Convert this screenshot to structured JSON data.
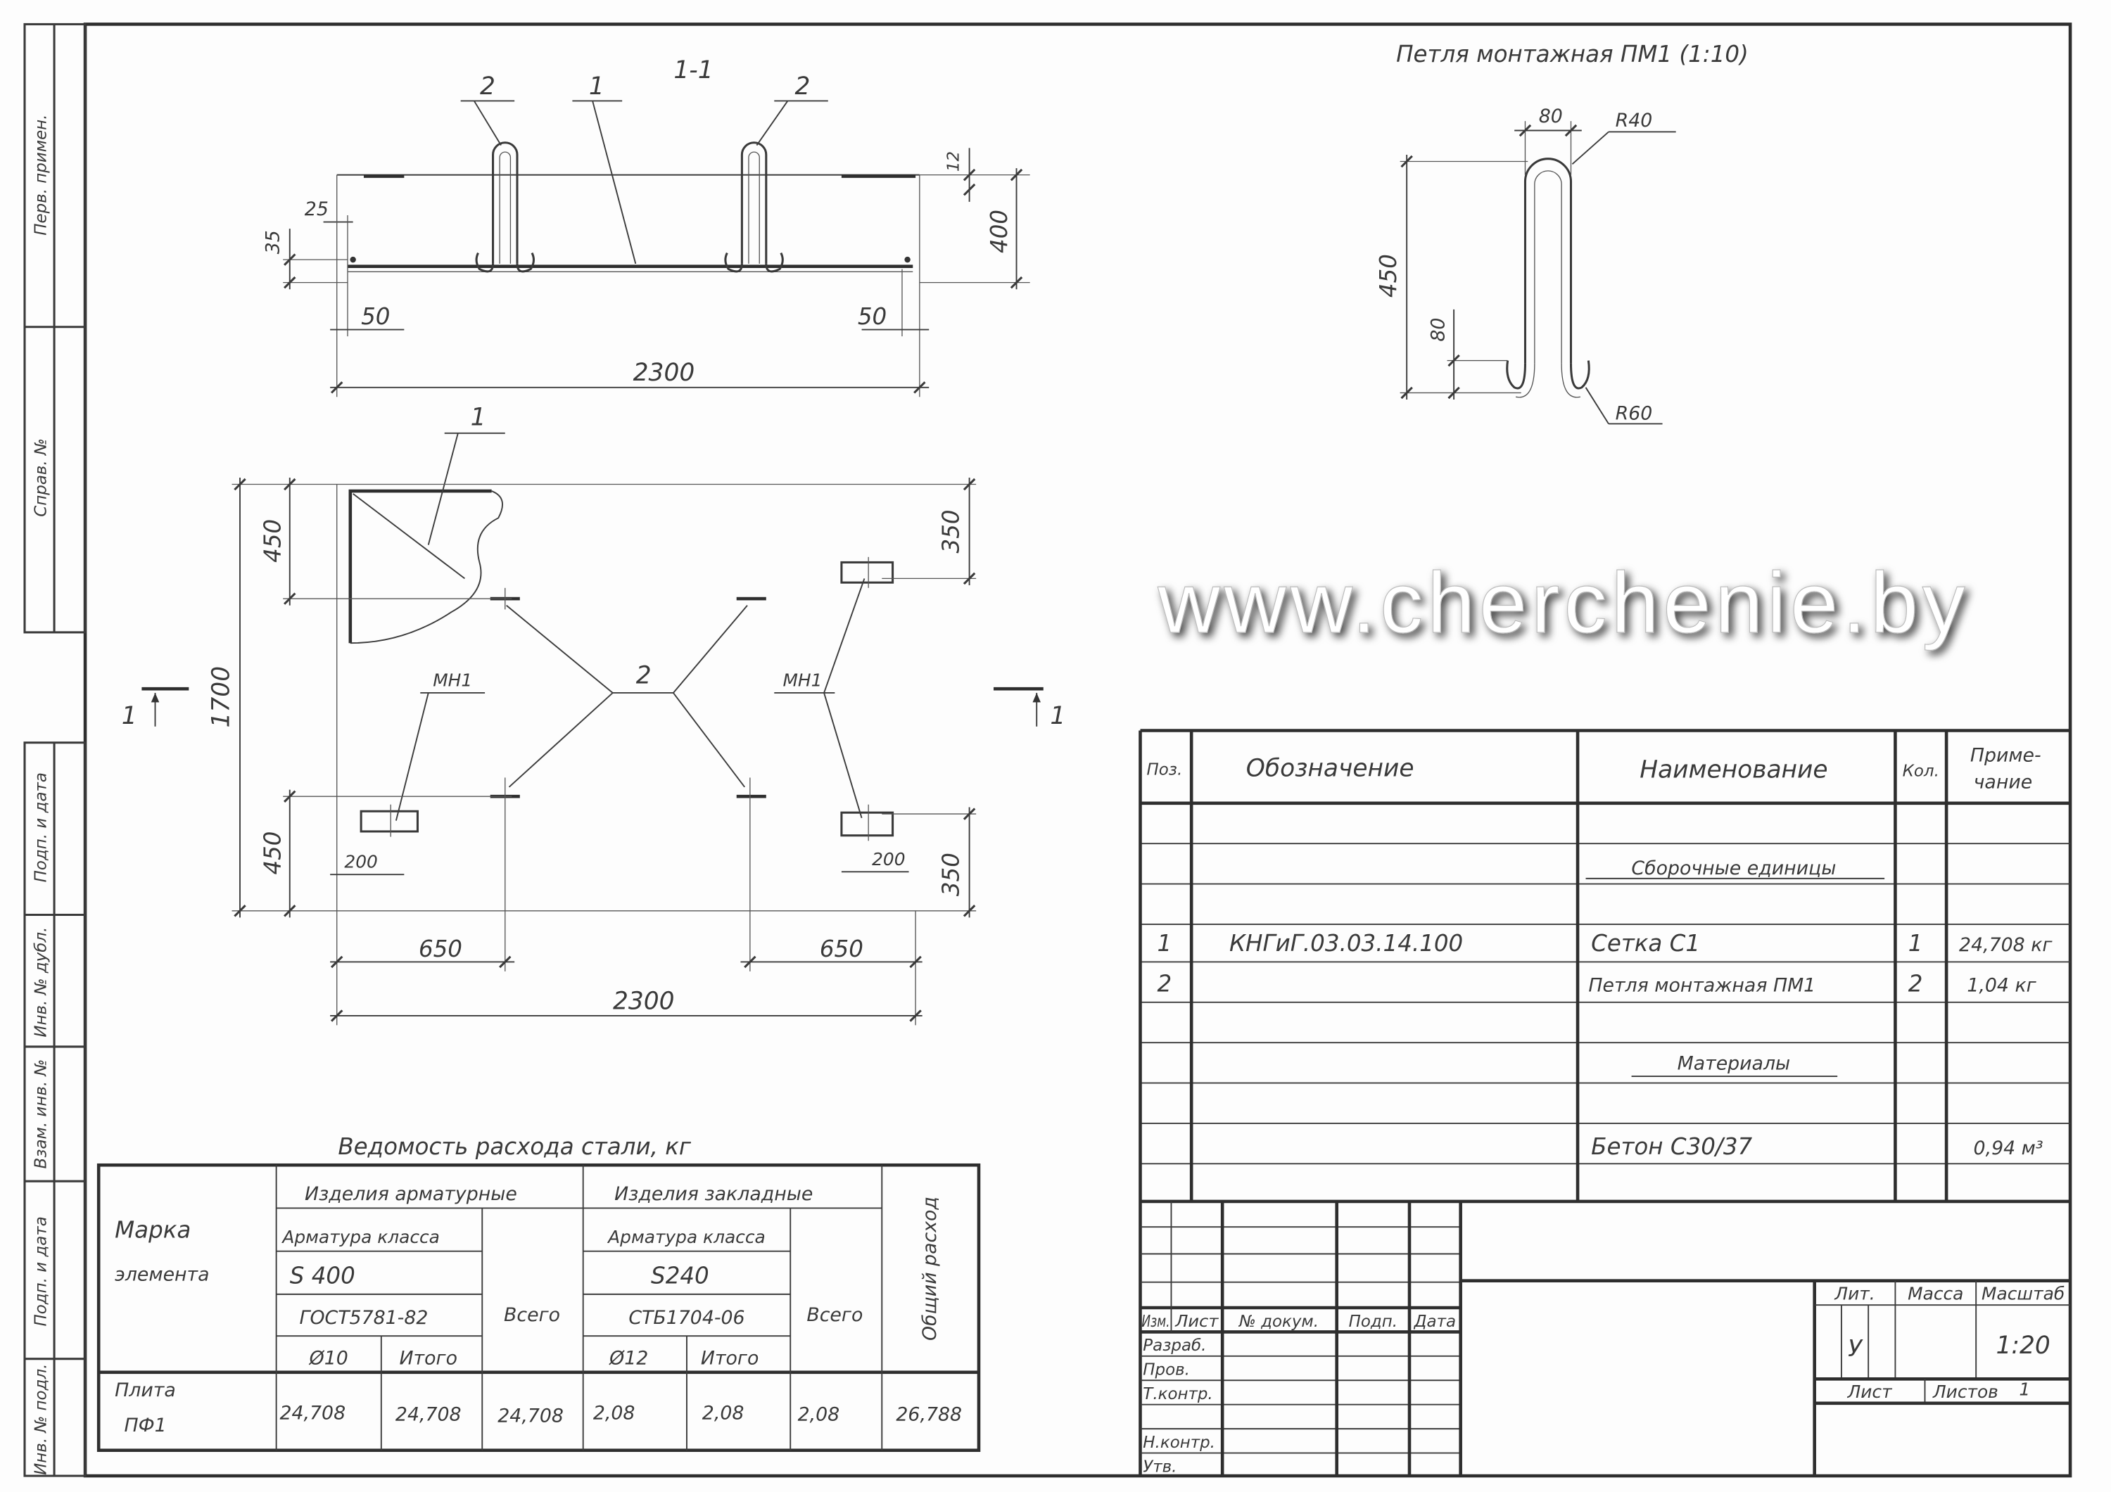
{
  "side_stamps": [
    "Перв. примен.",
    "Справ. №",
    "Подп. и дата",
    "Инв. № дубл.",
    "Взам. инв. №",
    "Подп. и дата",
    "Инв. № подл."
  ],
  "section": {
    "title": "1-1",
    "pos_left": "2",
    "pos_mid": "1",
    "pos_right": "2",
    "dims": {
      "d25": "25",
      "d35": "35",
      "d50_left": "50",
      "d50_right": "50",
      "d2300": "2300",
      "d12": "12",
      "d400": "400"
    }
  },
  "plan": {
    "pos_corner": "1",
    "pos_loops": "2",
    "plate_left_label": "МН1",
    "plate_right_label": "МН1",
    "section_mark_left": "1",
    "section_mark_right": "1",
    "dims": {
      "d450_top": "450",
      "d1700": "1700",
      "d450_bottom": "450",
      "d350_top": "350",
      "d350_bottom": "350",
      "d200_left": "200",
      "d200_right": "200",
      "d650_left": "650",
      "d650_right": "650",
      "d2300": "2300"
    }
  },
  "loop_detail": {
    "title": "Петля монтажная ПМ1 (1:10)",
    "dims": {
      "d80_top": "80",
      "r40": "R40",
      "d450": "450",
      "d80_bottom": "80",
      "r60": "R60"
    }
  },
  "spec": {
    "headers": {
      "pos": "Поз.",
      "designation": "Обозначение",
      "name": "Наименование",
      "qty": "Кол.",
      "note_1": "Приме-",
      "note_2": "чание"
    },
    "section_assembly": "Сборочные единицы",
    "rows": [
      {
        "pos": "1",
        "designation": "КНГиГ.03.03.14.100",
        "name": "Сетка С1",
        "qty": "1",
        "note": "24,708 кг"
      },
      {
        "pos": "2",
        "designation": "",
        "name": "Петля монтажная ПМ1",
        "qty": "2",
        "note": "1,04 кг"
      }
    ],
    "section_materials": "Материалы",
    "material": {
      "name": "Бетон С30/37",
      "note": "0,94 м³"
    }
  },
  "steel": {
    "title": "Ведомость расхода стали, кг",
    "mark_1": "Марка",
    "mark_2": "элемента",
    "rebar_group": "Изделия арматурные",
    "embed_group": "Изделия закладные",
    "rebar_class_label": "Арматура класса",
    "rebar_class": "S 400",
    "rebar_std": "ГОСТ5781-82",
    "rebar_dia": "Ø10",
    "rebar_subtotal": "Итого",
    "rebar_total": "Всего",
    "embed_class_label": "Арматура класса",
    "embed_class": "S240",
    "embed_std": "СТБ1704-06",
    "embed_dia": "Ø12",
    "embed_subtotal": "Итого",
    "embed_total": "Всего",
    "overall": "Общий расход",
    "row": {
      "mark_1": "Плита",
      "mark_2": "ПФ1",
      "v1": "24,708",
      "v2": "24,708",
      "v3": "24,708",
      "v4": "2,08",
      "v5": "2,08",
      "v6": "2,08",
      "v7": "26,788"
    }
  },
  "title_block": {
    "izm": "Изм.",
    "list": "Лист",
    "doc_no": "№ докум.",
    "sign": "Подп.",
    "date": "Дата",
    "developed": "Разраб.",
    "checked": "Пров.",
    "tcontrol": "Т.контр.",
    "ncontrol": "Н.контр.",
    "approved": "Утв.",
    "lit": "Лит.",
    "mass": "Масса",
    "scale": "Масштаб",
    "lit_value": "У",
    "scale_value": "1:20",
    "sheet": "Лист",
    "sheets": "Листов",
    "sheets_value": "1"
  },
  "watermark": "www.cherchenie.by"
}
